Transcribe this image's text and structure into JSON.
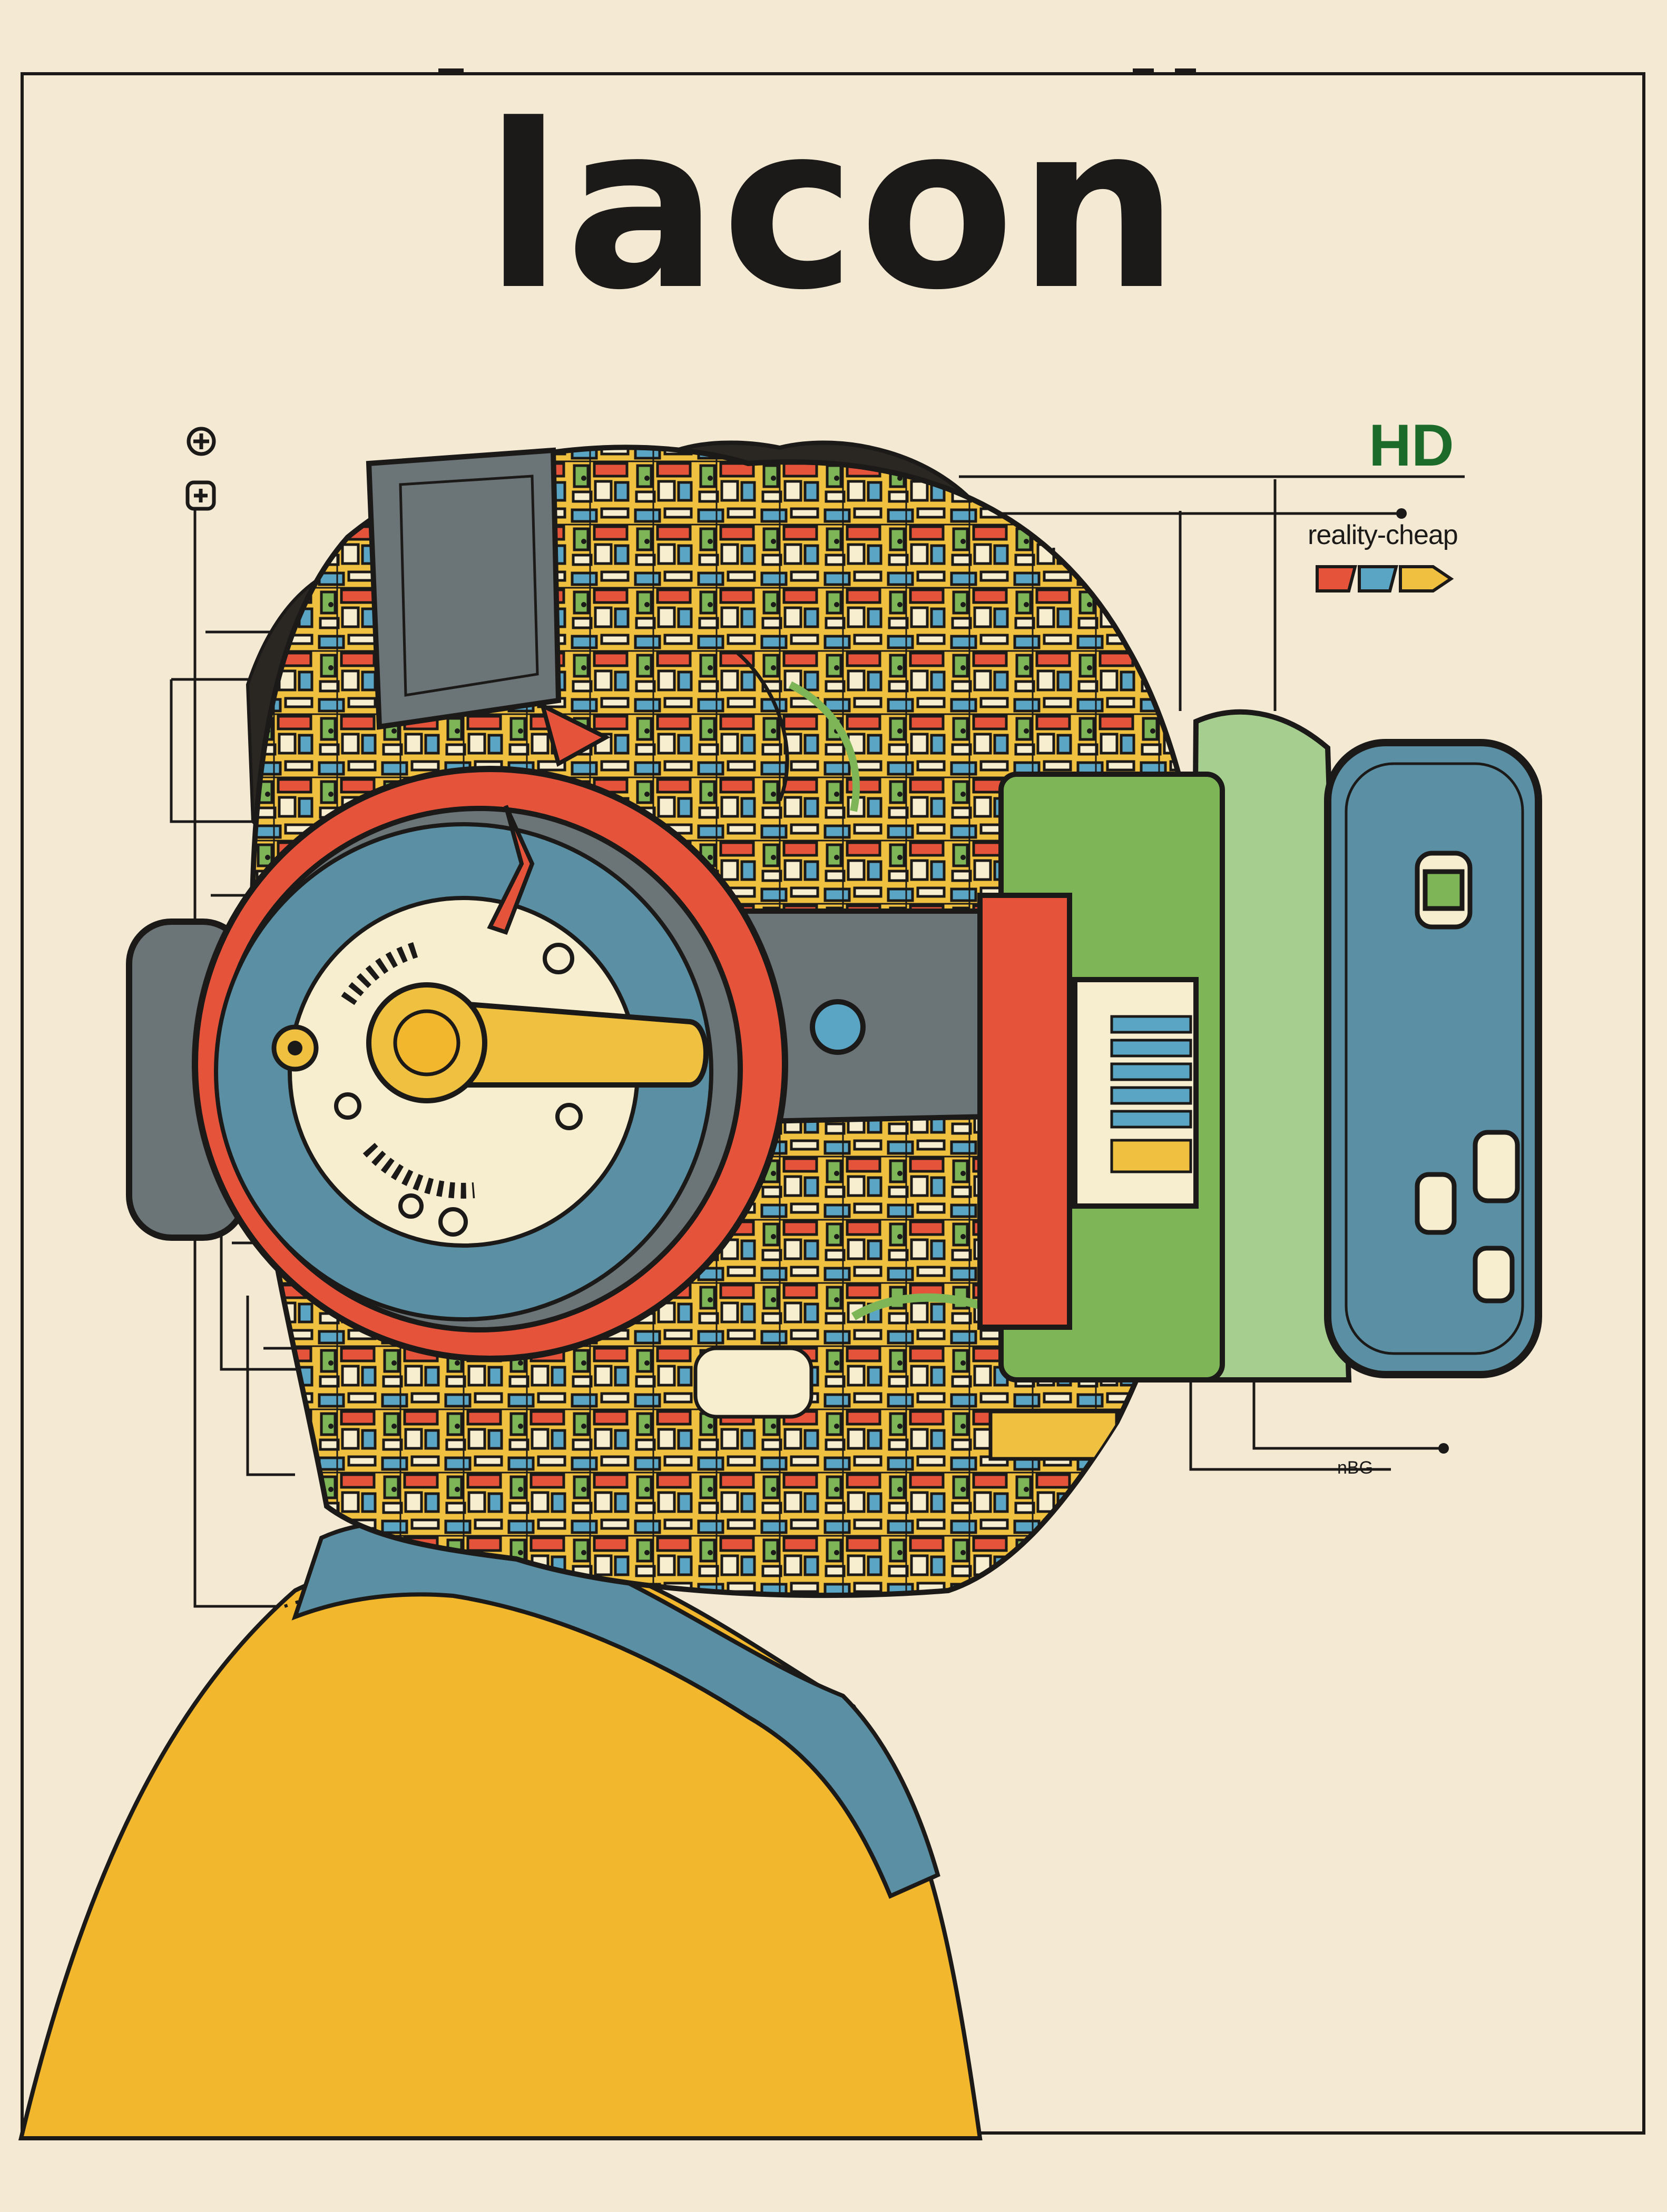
{
  "poster": {
    "title": "lacon",
    "badge": "HD",
    "tagline": "reality-cheap",
    "code": "nBG"
  },
  "colors": {
    "paper": "#f4e9d3",
    "ink": "#1b1a18",
    "badge_green": "#1d6b2a",
    "sweater_yellow": "#f2b72c",
    "collar_blue": "#5b8fa4",
    "ring_red": "#e5533a",
    "panel_grey": "#6b7477",
    "circuit_yellow": "#f0c040",
    "circuit_green": "#7db557",
    "circuit_blue": "#5aa5c4"
  },
  "icons": [
    "plus-circle-icon",
    "plus-square-icon",
    "color-swatch-icon"
  ]
}
